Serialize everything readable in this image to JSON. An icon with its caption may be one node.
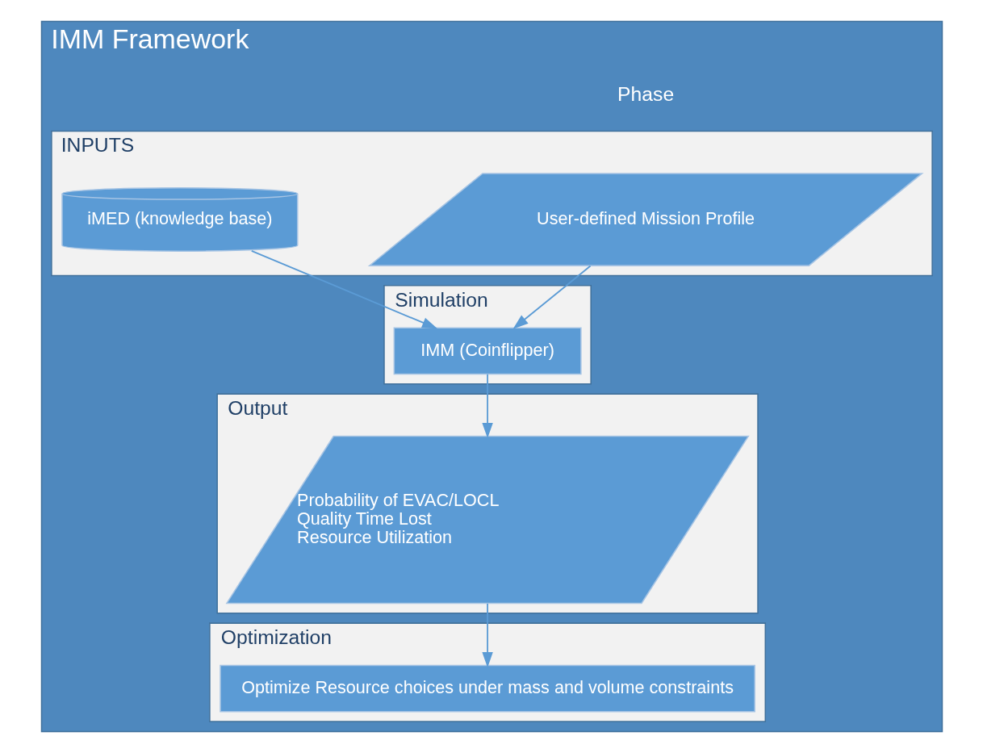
{
  "diagram": {
    "nodes": [
      {
        "text": [
          "IMM Framework"
        ]
      },
      {
        "text": [
          "INPUTS"
        ],
        "in": 0
      },
      {
        "text": [
          "User-defined Mission Profile"
        ],
        "in": 1
      },
      {
        "text": [
          "iMED (knowledge base)"
        ],
        "in": 1
      },
      {
        "text": [
          "Simulation"
        ],
        "in": 0
      },
      {
        "text": [
          "IMM (Coinflipper)"
        ],
        "in": 4
      },
      {
        "text": [
          "Output"
        ],
        "in": 0
      },
      {
        "text": [
          "Probability of EVAC/LOCL",
          "Quality Time Lost",
          "Resource Utilization"
        ],
        "in": 6
      },
      {
        "text": [
          "Optimization"
        ],
        "in": 0
      },
      {
        "text": [
          "Optimize Resource choices under mass and volume constraints"
        ],
        "in": 8
      }
    ],
    "edges": [
      {
        "from": 2,
        "to": 5,
        "arrow": "to"
      },
      {
        "from": 3,
        "to": 5,
        "arrow": "to"
      },
      {
        "from": 5,
        "to": 7,
        "arrow": "to"
      },
      {
        "from": 7,
        "to": 9,
        "arrow": "to"
      }
    ],
    "labels": [
      "Phase"
    ]
  }
}
